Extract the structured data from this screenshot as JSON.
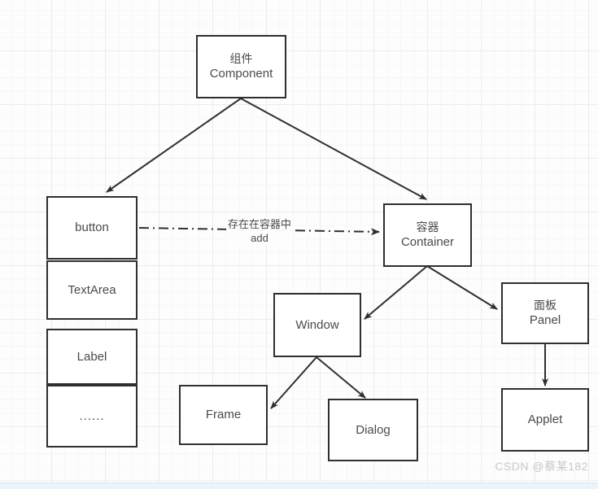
{
  "diagram": {
    "title_nodes": {
      "component": {
        "cn": "组件",
        "en": "Component"
      },
      "button": {
        "en": "button"
      },
      "textarea": {
        "en": "TextArea"
      },
      "label": {
        "en": "Label"
      },
      "more": {
        "en": "......"
      },
      "container": {
        "cn": "容器",
        "en": "Container"
      },
      "window": {
        "en": "Window"
      },
      "panel": {
        "cn": "面板",
        "en": "Panel"
      },
      "frame": {
        "en": "Frame"
      },
      "dialog": {
        "en": "Dialog"
      },
      "applet": {
        "en": "Applet"
      }
    },
    "edge_labels": {
      "contains": {
        "cn": "存在在容器中",
        "en": "add"
      }
    },
    "colors": {
      "node_border": "#2f2f2f",
      "node_fill": "#ffffff",
      "text": "#4a4a4a",
      "edge": "#2f2f2f",
      "grid_minor": "#f6f6f6",
      "grid_major": "#ececec",
      "watermark": "#c9c9c9",
      "strip": "#eaf4fb"
    }
  },
  "watermark": {
    "text": "CSDN @蔡某182"
  }
}
